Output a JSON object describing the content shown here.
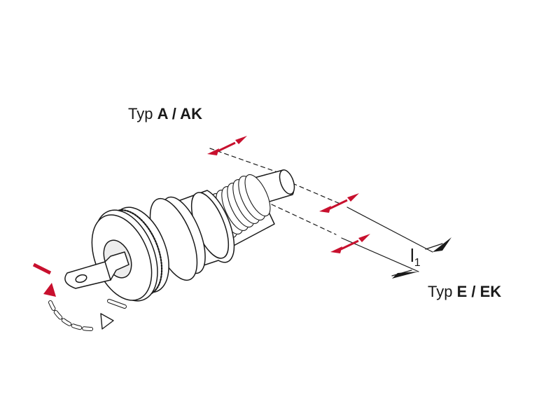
{
  "labels": {
    "top": {
      "prefix": "Typ",
      "bold": "A / AK"
    },
    "bottom": {
      "prefix": "Typ",
      "bold": "E / EK"
    }
  },
  "dimension": {
    "symbol": "l",
    "subscript": "1"
  },
  "colors": {
    "line": "#1a1a1a",
    "fill": "#ffffff",
    "accent": "#c8102e",
    "light_grey": "#e6e6e6"
  },
  "icons": [
    "key-icon",
    "rotation-arrow-icon",
    "cut-marker-icon"
  ]
}
